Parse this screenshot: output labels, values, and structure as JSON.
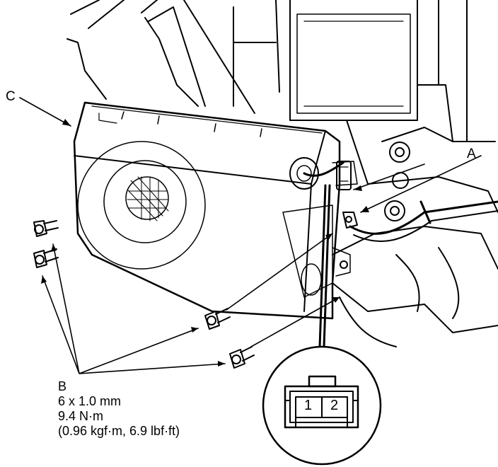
{
  "callouts": {
    "a": "A",
    "b": "B",
    "c": "C"
  },
  "bolt_spec": {
    "size": "6 x 1.0 mm",
    "torque": "9.4 N·m",
    "torque_alt": "(0.96 kgf·m, 6.9 lbf·ft)"
  },
  "connector_pins": [
    "1",
    "2"
  ]
}
